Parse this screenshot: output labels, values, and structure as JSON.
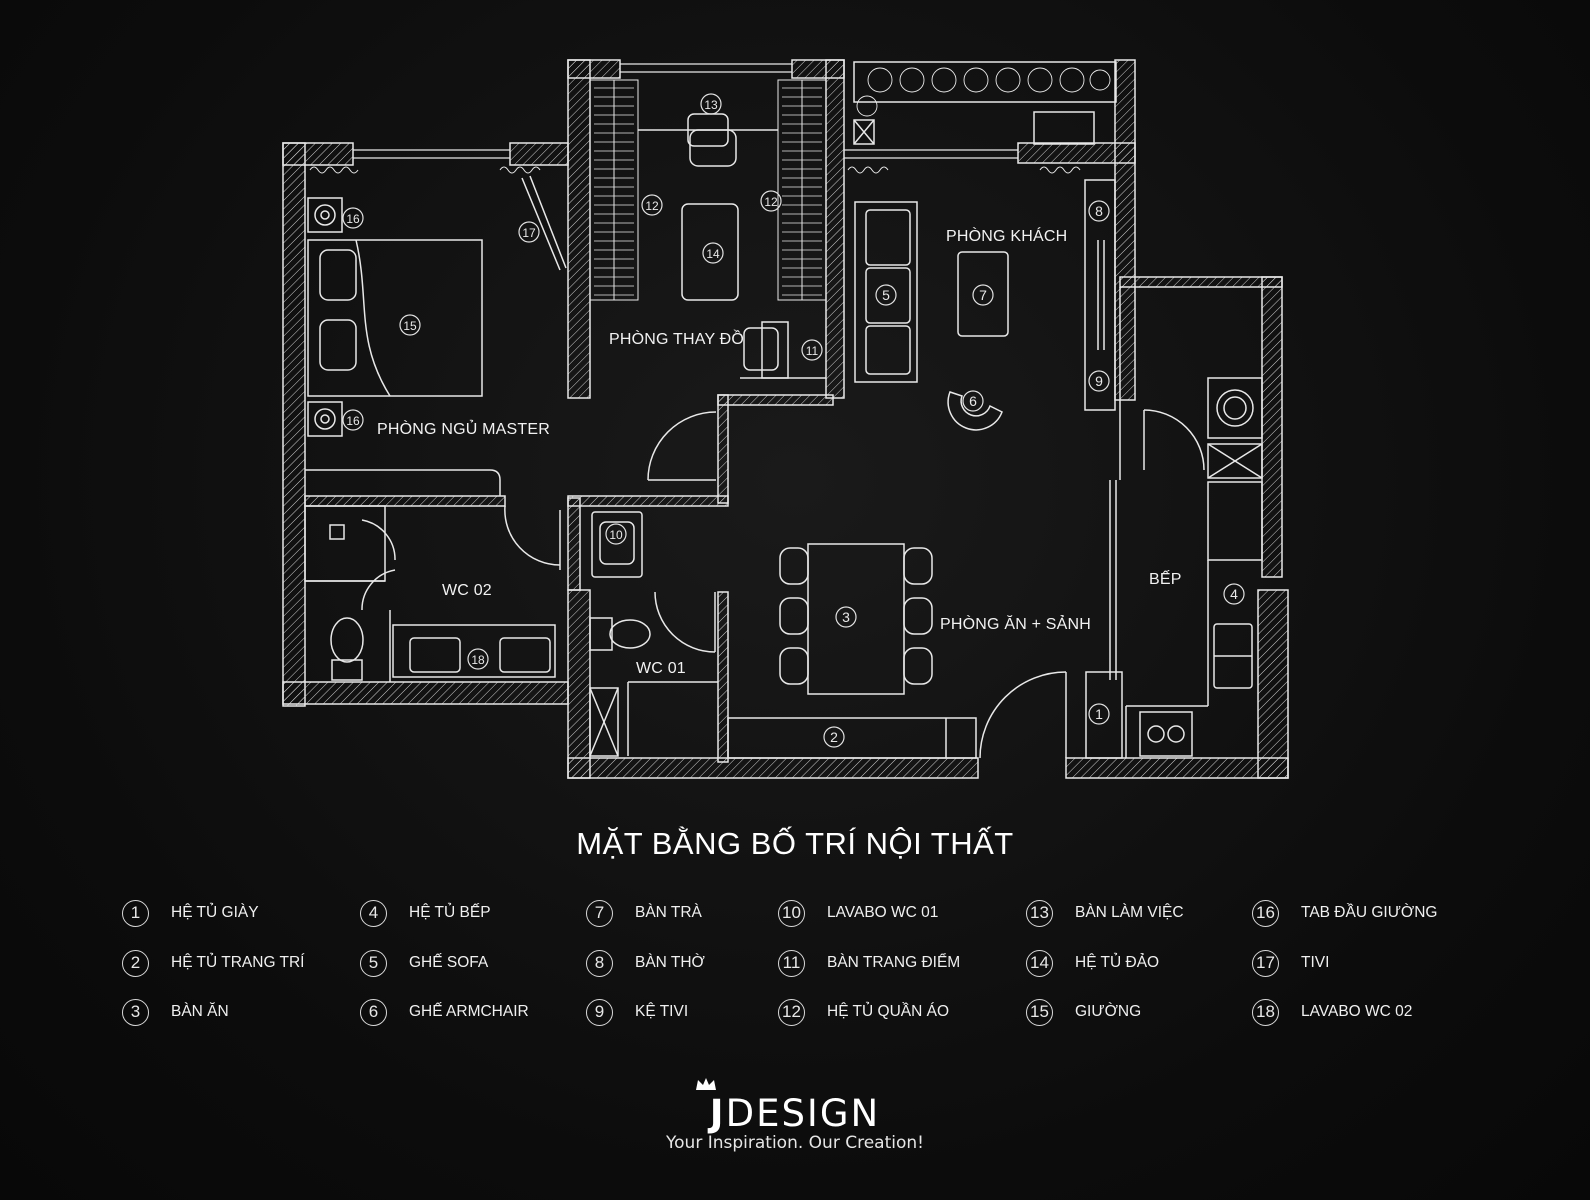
{
  "rooms": {
    "master_bedroom": "PHÒNG NGỦ MASTER",
    "dressing_room": "PHÒNG THAY ĐỒ",
    "living_room": "PHÒNG KHÁCH",
    "kitchen": "BẾP",
    "dining_lobby": "PHÒNG ĂN + SẢNH",
    "wc01": "WC 01",
    "wc02": "WC 02"
  },
  "plan_markers": [
    "1",
    "2",
    "3",
    "4",
    "5",
    "6",
    "7",
    "8",
    "9",
    "10",
    "11",
    "12",
    "12",
    "13",
    "14",
    "15",
    "16",
    "16",
    "17",
    "18"
  ],
  "title": "MẶT BẰNG BỐ TRÍ NỘI THẤT",
  "legend": [
    {
      "num": "1",
      "label": "HỆ TỦ GIÀY"
    },
    {
      "num": "2",
      "label": "HỆ TỦ TRANG TRÍ"
    },
    {
      "num": "3",
      "label": "BÀN ĂN"
    },
    {
      "num": "4",
      "label": "HỆ TỦ BẾP"
    },
    {
      "num": "5",
      "label": "GHẾ SOFA"
    },
    {
      "num": "6",
      "label": "GHẾ ARMCHAIR"
    },
    {
      "num": "7",
      "label": "BÀN TRÀ"
    },
    {
      "num": "8",
      "label": "BÀN THỜ"
    },
    {
      "num": "9",
      "label": "KỆ TIVI"
    },
    {
      "num": "10",
      "label": "LAVABO WC 01"
    },
    {
      "num": "11",
      "label": "BÀN TRANG ĐIỂM"
    },
    {
      "num": "12",
      "label": "HỆ TỦ QUẦN ÁO"
    },
    {
      "num": "13",
      "label": "BÀN LÀM VIỆC"
    },
    {
      "num": "14",
      "label": "HỆ TỦ ĐẢO"
    },
    {
      "num": "15",
      "label": "GIƯỜNG"
    },
    {
      "num": "16",
      "label": "TAB ĐẦU GIƯỜNG"
    },
    {
      "num": "17",
      "label": "TIVI"
    },
    {
      "num": "18",
      "label": "LAVABO WC 02"
    }
  ],
  "brand": {
    "letter": "J",
    "name": "DESIGN",
    "tagline": "Your Inspiration. Our Creation!"
  },
  "colors": {
    "background": "#0f0f0f",
    "line": "#e8e8e8"
  }
}
